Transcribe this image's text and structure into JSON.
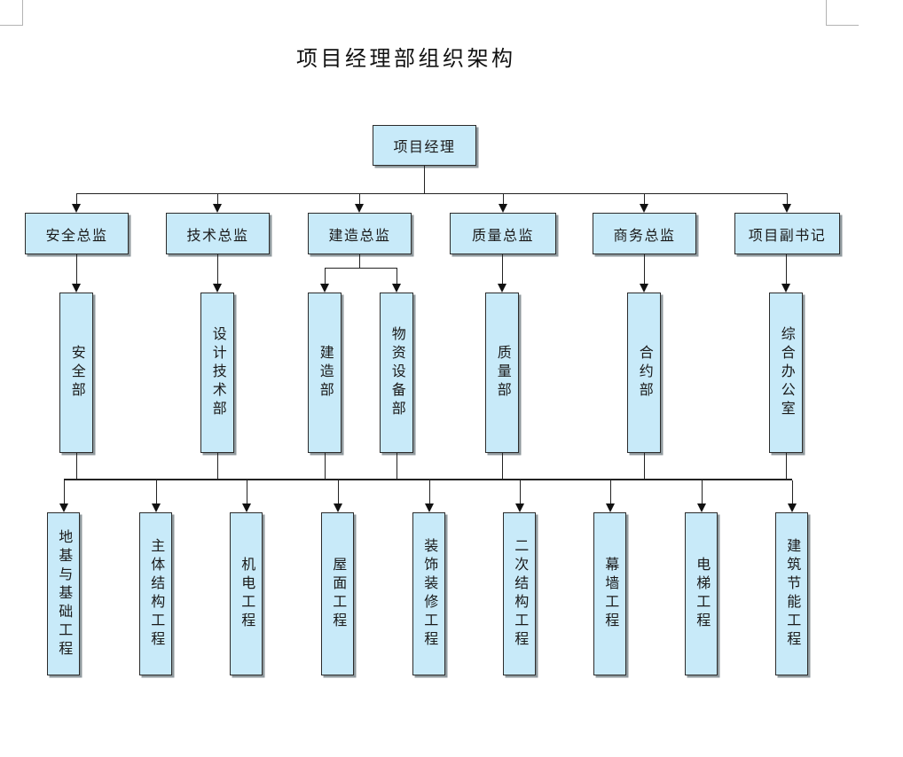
{
  "title": "项目经理部组织架构",
  "colors": {
    "box_fill": "#C8EAF9",
    "box_border": "#2B2B2B",
    "box_shadow": "#909A9E",
    "connector": "#222222",
    "text": "#1A1A1A"
  },
  "nodes": {
    "root": {
      "label": "项目经理"
    },
    "directors": [
      {
        "label": "安全总监"
      },
      {
        "label": "技术总监"
      },
      {
        "label": "建造总监"
      },
      {
        "label": "质量总监"
      },
      {
        "label": "商务总监"
      },
      {
        "label": "项目副书记"
      }
    ],
    "departments": [
      {
        "label": "安全部"
      },
      {
        "label": "设计技术部"
      },
      {
        "label": "建造部"
      },
      {
        "label": "物资设备部"
      },
      {
        "label": "质量部"
      },
      {
        "label": "合约部"
      },
      {
        "label": "综合办公室"
      }
    ],
    "works": [
      {
        "label": "地基与基础工程"
      },
      {
        "label": "主体结构工程"
      },
      {
        "label": "机电工程"
      },
      {
        "label": "屋面工程"
      },
      {
        "label": "装饰装修工程"
      },
      {
        "label": "二次结构工程"
      },
      {
        "label": "幕墙工程"
      },
      {
        "label": "电梯工程"
      },
      {
        "label": "建筑节能工程"
      }
    ]
  }
}
